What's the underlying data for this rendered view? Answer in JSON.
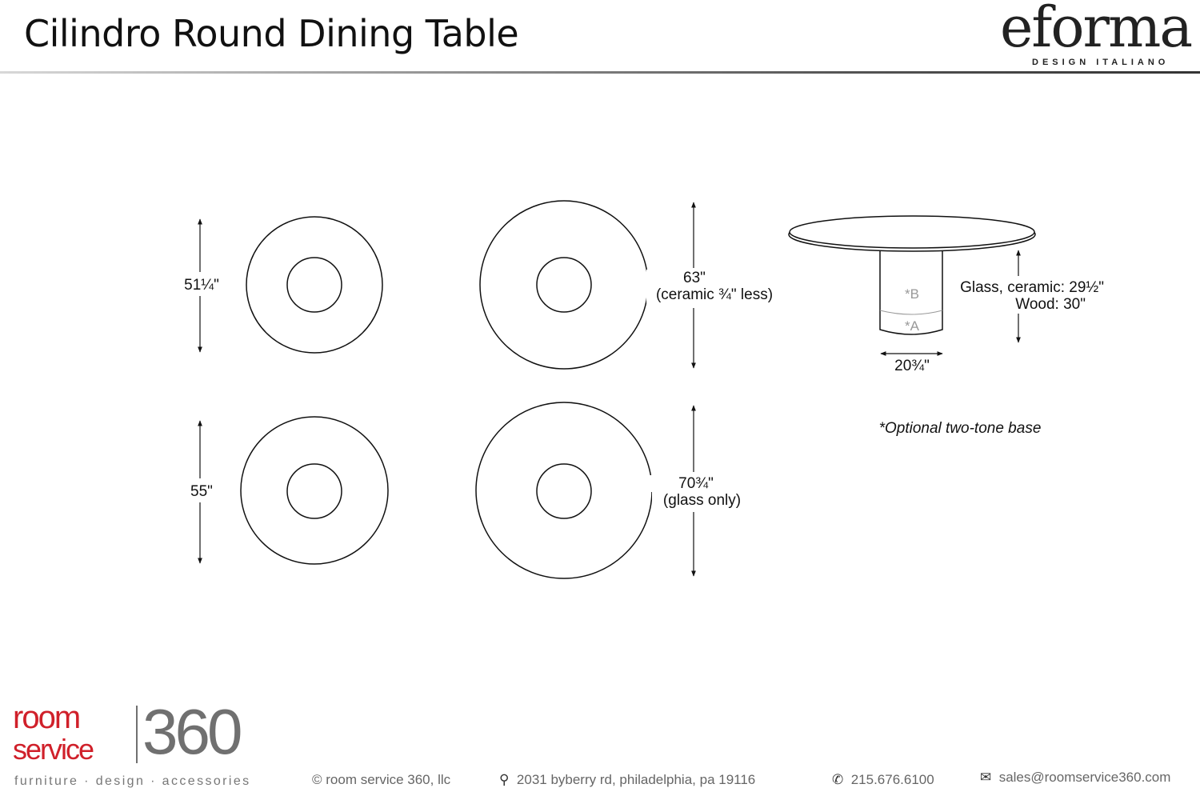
{
  "header": {
    "title": "Cilindro Round Dining Table",
    "brand": "eforma",
    "brand_tagline": "DESIGN ITALIANO"
  },
  "dimensions": {
    "top_left": "51¼\"",
    "top_middle_line1": "63\"",
    "top_middle_line2": "(ceramic ¾\" less)",
    "bottom_left": "55\"",
    "bottom_middle_line1": "70¾\"",
    "bottom_middle_line2": "(glass only)",
    "height_line1": "Glass, ceramic: 29½\"",
    "height_line2": "Wood: 30\"",
    "base_width": "20¾\"",
    "base_label_b": "*B",
    "base_label_a": "*A",
    "note": "*Optional two-tone base"
  },
  "footer": {
    "logo_room": "room",
    "logo_service": "service",
    "logo_360": "360",
    "logo_tagline": "furniture · design · accessories",
    "copyright": "© room service 360, llc",
    "address": "2031 byberry rd, philadelphia, pa 19116",
    "phone": "215.676.6100",
    "email": "sales@roomservice360.com"
  },
  "colors": {
    "brand_red": "#d0202a",
    "brand_gray": "#707070"
  }
}
